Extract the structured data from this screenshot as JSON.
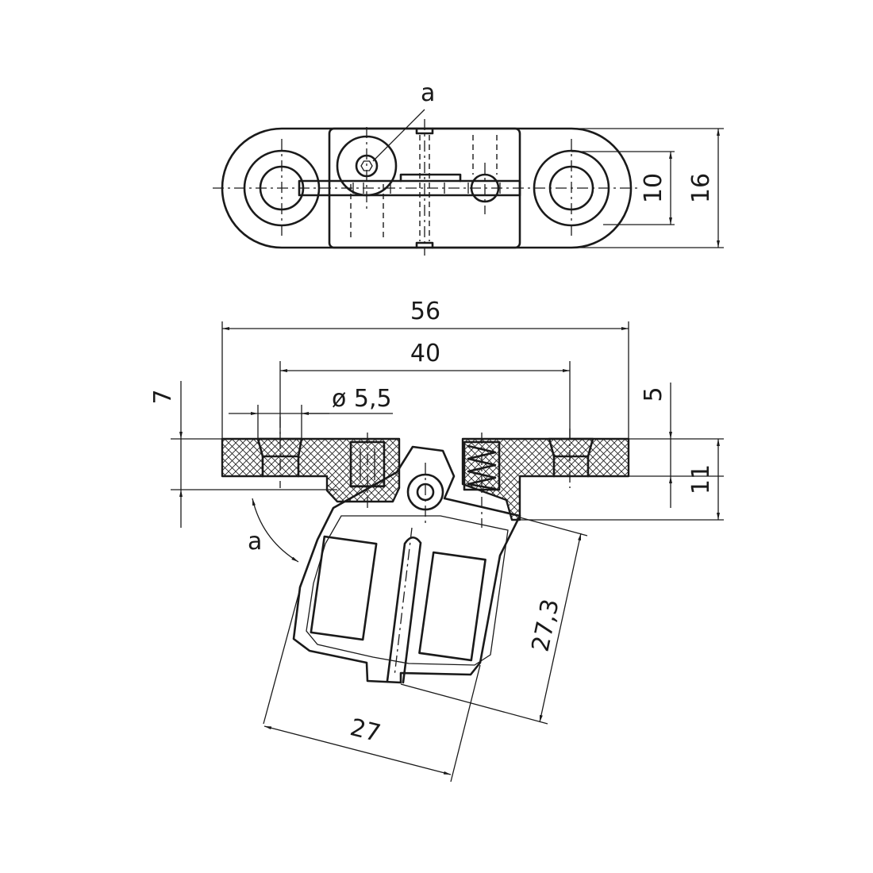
{
  "top_view": {
    "callout": "a"
  },
  "dimensions": {
    "overall_length": "56",
    "hole_spacing": "40",
    "hole_diameter": "ø 5,5",
    "plate_thickness": "7",
    "counterbore_depth": "5",
    "total_height": "11",
    "inner_width": "10",
    "overall_width": "16",
    "clip_height": "27,3",
    "clip_width": "27"
  },
  "side_view": {
    "callout": "a"
  }
}
